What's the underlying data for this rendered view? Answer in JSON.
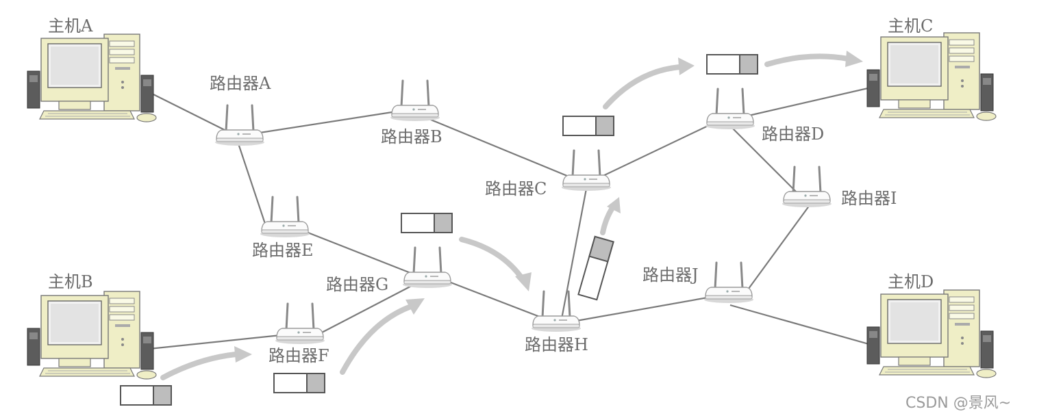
{
  "hosts": {
    "a": {
      "label": "主机A"
    },
    "b": {
      "label": "主机B"
    },
    "c": {
      "label": "主机C"
    },
    "d": {
      "label": "主机D"
    }
  },
  "routers": {
    "a": {
      "label": "路由器A"
    },
    "b": {
      "label": "路由器B"
    },
    "c": {
      "label": "路由器C"
    },
    "d": {
      "label": "路由器D"
    },
    "e": {
      "label": "路由器E"
    },
    "f": {
      "label": "路由器F"
    },
    "g": {
      "label": "路由器G"
    },
    "h": {
      "label": "路由器H"
    },
    "i": {
      "label": "路由器I"
    },
    "j": {
      "label": "路由器J"
    }
  },
  "watermark": "CSDN @景风~",
  "colors": {
    "link": "#7a7a7a",
    "flow": "#c8c8c8",
    "packet_header": "#bdbdbd",
    "packet_border": "#555555",
    "label": "#6b6b6b",
    "computer_body": "#efeec6"
  }
}
